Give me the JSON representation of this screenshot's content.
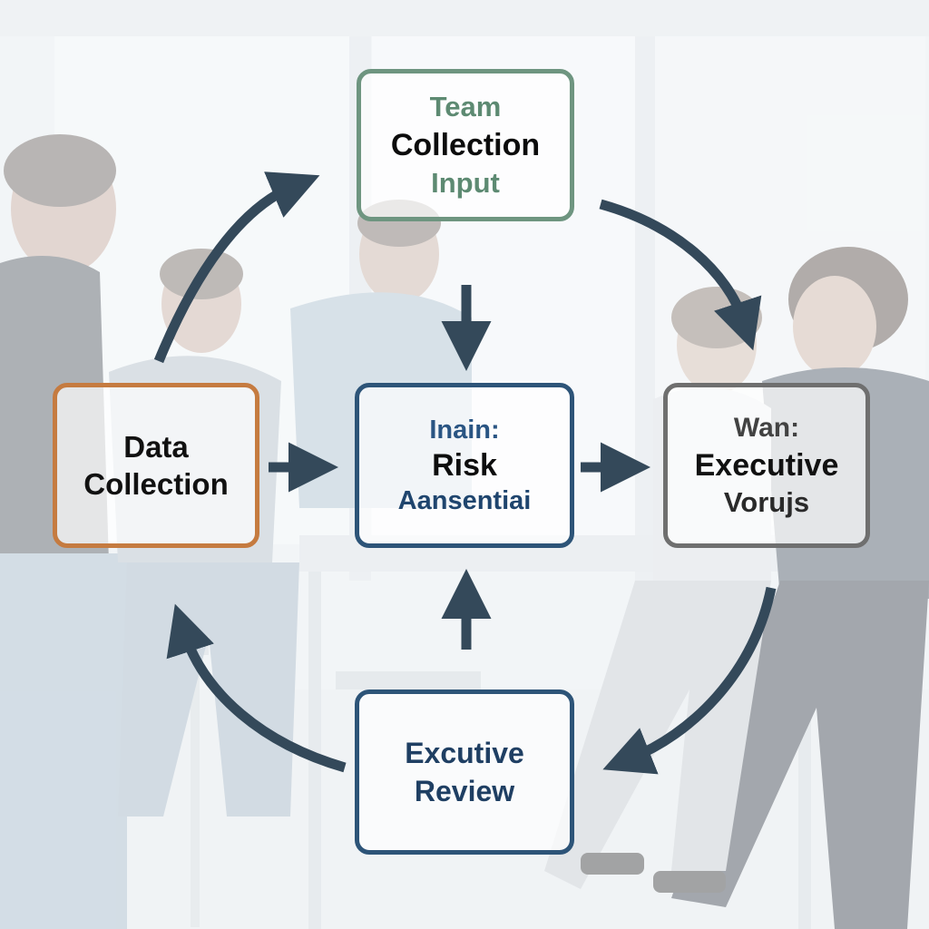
{
  "diagram": {
    "nodes": {
      "top": {
        "lines": [
          "Team",
          "Collection",
          "Input"
        ]
      },
      "left": {
        "lines": [
          "Data",
          "Collection"
        ]
      },
      "center": {
        "lines": [
          "Inain:",
          "Risk",
          "Aansentiai"
        ]
      },
      "right": {
        "lines": [
          "Wan:",
          "Executive",
          "Vorujs"
        ]
      },
      "bottom": {
        "lines": [
          "Excutive",
          "Review"
        ]
      }
    },
    "connections": [
      {
        "from": "left",
        "to": "top",
        "style": "curved"
      },
      {
        "from": "top",
        "to": "right",
        "style": "curved"
      },
      {
        "from": "right",
        "to": "bottom",
        "style": "curved"
      },
      {
        "from": "bottom",
        "to": "left",
        "style": "curved"
      },
      {
        "from": "top",
        "to": "center",
        "style": "straight"
      },
      {
        "from": "left",
        "to": "center",
        "style": "straight"
      },
      {
        "from": "center",
        "to": "right",
        "style": "straight"
      },
      {
        "from": "bottom",
        "to": "center",
        "style": "straight"
      }
    ]
  },
  "colors": {
    "arrow": "#34495a",
    "node_top_border": "#6e9580",
    "node_left_border": "#c57b40",
    "node_center_border": "#2d5478",
    "node_right_border": "#6f6f6f",
    "node_bottom_border": "#2d5478"
  }
}
